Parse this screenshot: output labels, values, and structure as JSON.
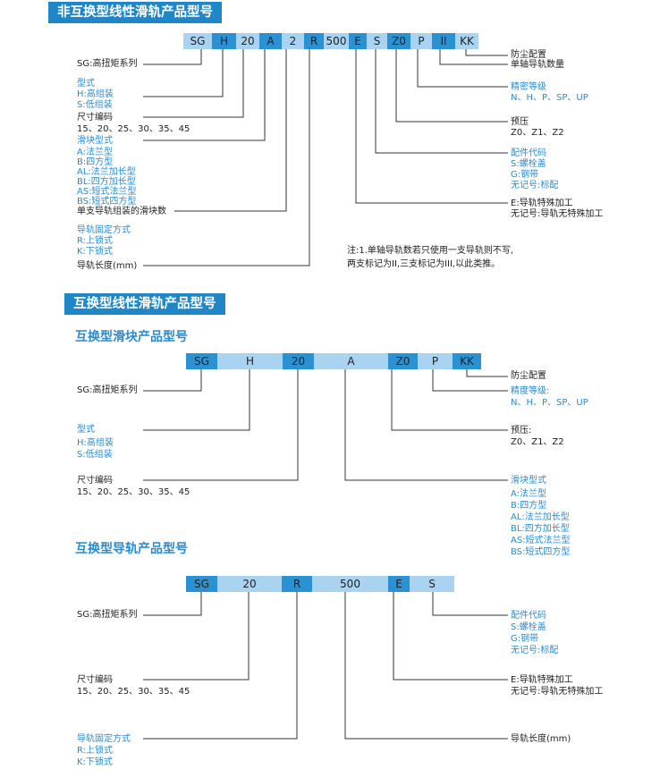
{
  "s1": {
    "title": "非互换型线性滑轨产品型号",
    "codes": [
      "SG",
      "H",
      "20",
      "A",
      "2",
      "R",
      "500",
      "E",
      "S",
      "Z0",
      "P",
      "II",
      "KK"
    ],
    "series": "SG:高扭矩系列",
    "type_title": "型式",
    "type_h": "H:高组装",
    "type_s": "S:低组装",
    "size_title": "尺寸编码",
    "size_vals": "15、20、25、30、35、45",
    "block_title": "滑块型式",
    "block_items": [
      "A:法兰型",
      "B:四方型",
      "AL:法兰加长型",
      "BL:四方加长型",
      "AS:短式法兰型",
      "BS:短式四方型"
    ],
    "block_count": "单支导轨组装的滑块数",
    "fix_title": "导轨固定方式",
    "fix_r": "R:上锁式",
    "fix_k": "K:下锁式",
    "length": "导轨长度(mm)",
    "dust": "防尘配置",
    "rail_count": "单轴导轨数量",
    "prec_title": "精密等级",
    "prec_vals": "N、H、P、SP、UP",
    "preload_title": "预压",
    "preload_vals": "Z0、Z1、Z2",
    "acc_title": "配件代码",
    "acc_s": "S:螺栓盖",
    "acc_g": "G:钢带",
    "acc_none": "无记号:标配",
    "e_special": "E:导轨特殊加工",
    "e_none": "无记号:导轨无特殊加工",
    "note1": "注:1.单轴导轨数若只使用一支导轨则不写,",
    "note2": "两支标记为II,三支标记为III,以此类推。"
  },
  "s2": {
    "title": "互换型线性滑轨产品型号",
    "block_sub": "互换型滑块产品型号",
    "codes": [
      "SG",
      "H",
      "20",
      "A",
      "Z0",
      "P",
      "KK"
    ],
    "series": "SG:高扭矩系列",
    "type_title": "型式",
    "type_h": "H:高组装",
    "type_s": "S:低组装",
    "size_title": "尺寸编码",
    "size_vals": "15、20、25、30、35、45",
    "dust": "防尘配置",
    "prec_title": "精度等级:",
    "prec_vals": "N、H、P、SP、UP",
    "preload_title": "预压:",
    "preload_vals": "Z0、Z1、Z2",
    "block_title": "滑块型式",
    "block_items": [
      "A:法兰型",
      "B:四方型",
      "AL:法兰加长型",
      "BL:四方加长型",
      "AS:短式法兰型",
      "BS:短式四方型"
    ]
  },
  "s3": {
    "rail_sub": "互换型导轨产品型号",
    "codes": [
      "SG",
      "20",
      "R",
      "500",
      "E",
      "S"
    ],
    "series": "SG:高扭矩系列",
    "size_title": "尺寸编码",
    "size_vals": "15、20、25、30、35、45",
    "fix_title": "导轨固定方式",
    "fix_r": "R:上锁式",
    "fix_k": "K:下锁式",
    "acc_title": "配件代码",
    "acc_s": "S:螺栓盖",
    "acc_g": "G:钢带",
    "acc_none": "无记号:标配",
    "e_special": "E:导轨特殊加工",
    "e_none": "无记号:导轨无特殊加工",
    "length": "导轨长度(mm)"
  }
}
